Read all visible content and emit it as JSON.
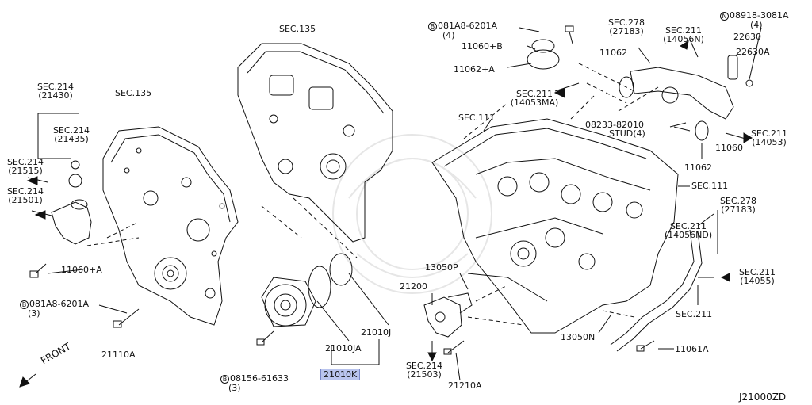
{
  "diagram_id": "J21000ZD",
  "front_label": "FRONT",
  "labels": {
    "sec135_left": "SEC.135",
    "sec135_top": "SEC.135",
    "sec214_21430": [
      "SEC.214",
      "(21430)"
    ],
    "sec214_21435": [
      "SEC.214",
      "(21435)"
    ],
    "sec214_21515": [
      "SEC.214",
      "(21515)"
    ],
    "sec214_21501": [
      "SEC.214",
      "(21501)"
    ],
    "p11060a": "11060+A",
    "bolt_081a8_bottom": {
      "circle": "B",
      "code": "081A8-6201A",
      "qty": "(3)"
    },
    "p21110a": "21110A",
    "bolt_08156": {
      "circle": "B",
      "code": "08156-61633",
      "qty": "(3)"
    },
    "p21010ja": "21010JA",
    "p21010j": "21010J",
    "p21010k": "21010K",
    "bolt_081a8_top": {
      "circle": "B",
      "code": "081A8-6201A",
      "qty": "(4)"
    },
    "p11060b": "11060+B",
    "p11062a": "11062+A",
    "sec211_14053ma": [
      "SEC.211",
      "(14053MA)"
    ],
    "sec111_top": "SEC.111",
    "sec278_27183_top": [
      "SEC.278",
      "(27183)"
    ],
    "sec211_14056n": [
      "SEC.211",
      "(14056N)"
    ],
    "nut_08918": {
      "circle": "N",
      "code": "08918-3081A",
      "qty": "(4)"
    },
    "p22630": "22630",
    "p22630a": "22630A",
    "p11062_top": "11062",
    "stud": [
      "08233-82010",
      "STUD(4)"
    ],
    "sec211_14053": [
      "SEC.211",
      "(14053)"
    ],
    "p11060": "11060",
    "p11062_mid": "11062",
    "sec111_right": "SEC.111",
    "sec278_27183_right": [
      "SEC.278",
      "(27183)"
    ],
    "sec211_14056nd": [
      "SEC.211",
      "(14056ND)"
    ],
    "sec211_14055": [
      "SEC.211",
      "(14055)"
    ],
    "sec211": "SEC.211",
    "p13050p": "13050P",
    "p21200": "21200",
    "p13050n": "13050N",
    "p11061a": "11061A",
    "sec214_21503": [
      "SEC.214",
      "(21503)"
    ],
    "p21210a": "21210A"
  }
}
